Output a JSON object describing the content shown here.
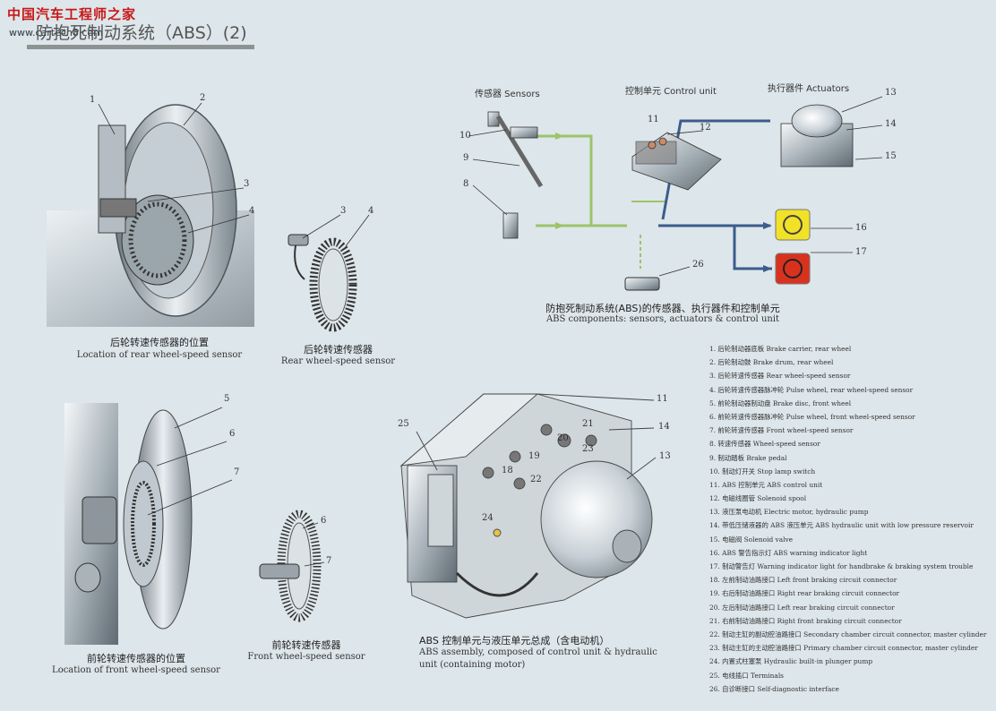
{
  "watermark": {
    "brand": "中国汽车工程师之家",
    "site": "www.cartech8.com"
  },
  "page": {
    "title": "防抱死制动系统（ABS）(2)"
  },
  "rear_location": {
    "caption_cn": "后轮转速传感器的位置",
    "caption_en": "Location of rear wheel-speed sensor",
    "callouts": [
      "1",
      "2",
      "3",
      "4"
    ]
  },
  "rear_sensor": {
    "caption_cn": "后轮转速传感器",
    "caption_en": "Rear wheel-speed sensor",
    "callouts": [
      "3",
      "4"
    ]
  },
  "front_location": {
    "caption_cn": "前轮转速传感器的位置",
    "caption_en": "Location of front wheel-speed sensor",
    "callouts": [
      "5",
      "6",
      "7"
    ]
  },
  "front_sensor": {
    "caption_cn": "前轮转速传感器",
    "caption_en": "Front wheel-speed sensor",
    "callouts": [
      "6",
      "7"
    ]
  },
  "system_diagram": {
    "sensors_header": "传感器  Sensors",
    "control_header": "控制单元  Control unit",
    "actuators_header": "执行器件  Actuators",
    "callouts": [
      "10",
      "9",
      "8",
      "11",
      "12",
      "13",
      "14",
      "15",
      "16",
      "17",
      "26"
    ],
    "caption_cn": "防抱死制动系统(ABS)的传感器、执行器件和控制单元",
    "caption_en": "ABS components: sensors, actuators & control unit",
    "colors": {
      "sensor_line": "#9cc46a",
      "actuator_line": "#3c5c8c",
      "warning_abs": "#f2e227",
      "warning_brake": "#d8321e"
    }
  },
  "assembly": {
    "callouts": [
      "25",
      "11",
      "21",
      "14",
      "20",
      "23",
      "19",
      "18",
      "22",
      "13",
      "24"
    ],
    "caption_cn": "ABS 控制单元与液压单元总成（含电动机）",
    "caption_en_1": "ABS assembly, composed of control unit & hydraulic",
    "caption_en_2": "unit (containing motor)"
  },
  "legend": [
    "1.  后轮制动器底板  Brake carrier, rear wheel",
    "2.  后轮制动鼓  Brake drum, rear wheel",
    "3.  后轮转速传感器  Rear wheel-speed sensor",
    "4.  后轮转速传感器脉冲轮  Pulse wheel, rear wheel-speed sensor",
    "5.  前轮制动器制动盘  Brake disc, front wheel",
    "6.  前轮转速传感器脉冲轮  Pulse wheel, front wheel-speed sensor",
    "7.  前轮转速传感器  Front wheel-speed sensor",
    "8.  转速传感器  Wheel-speed sensor",
    "9.  制动踏板  Brake pedal",
    "10.  制动灯开关  Stop lamp switch",
    "11.  ABS 控制单元  ABS control unit",
    "12.  电磁线圈管  Solenoid spool",
    "13.  液压泵电动机  Electric motor, hydraulic pump",
    "14.  带低压储液器的 ABS 液压单元  ABS hydraulic unit with low pressure reservoir",
    "15.  电磁阀  Solenoid valve",
    "16.  ABS 警告指示灯  ABS warning indicator light",
    "17.  制动警告灯  Warning indicator light for handbrake & braking system trouble",
    "18.  左前制动油路接口  Left front braking circuit connector",
    "19.  右后制动油路接口  Right rear braking circuit connector",
    "20.  左后制动油路接口  Left rear braking circuit connector",
    "21.  右前制动油路接口  Right front braking circuit connector",
    "22.  制动主缸的副动腔油路接口  Secondary chamber circuit connector, master cylinder",
    "23.  制动主缸的主动腔油路接口  Primary chamber circuit connector, master cylinder",
    "24.  内置式柱塞泵  Hydraulic built-in plunger pump",
    "25.  电线插口  Terminals",
    "26.  自诊断接口  Self-diagnostic interface"
  ]
}
